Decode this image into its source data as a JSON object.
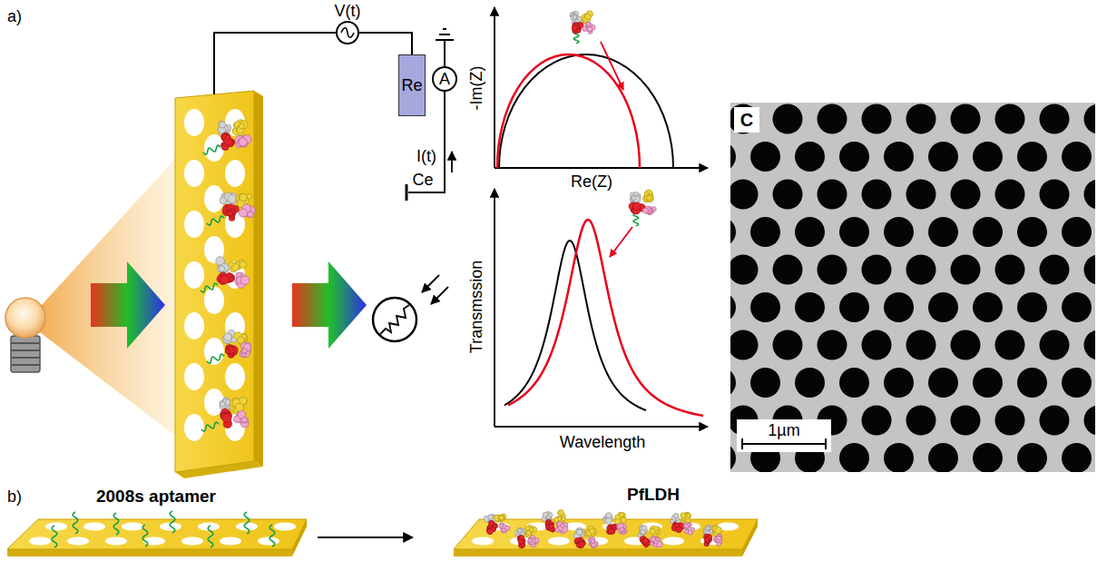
{
  "diagram": {
    "nodes": [
      {
        "text": [
          "V(t)"
        ]
      },
      {
        "text": [
          "Re"
        ]
      },
      {
        "text": [
          "A"
        ]
      },
      {
        "text": [
          "C"
        ]
      }
    ],
    "edges": [
      {
        "from": 0,
        "to": 1,
        "arrow": "none"
      }
    ],
    "labels": [
      "a)",
      "I(t)",
      "Ce",
      "-Im(Z)",
      "Re(Z)",
      "Transmssion",
      "Wavelength",
      "1µm",
      "b)",
      "2008s aptamer",
      "PfLDH"
    ]
  }
}
